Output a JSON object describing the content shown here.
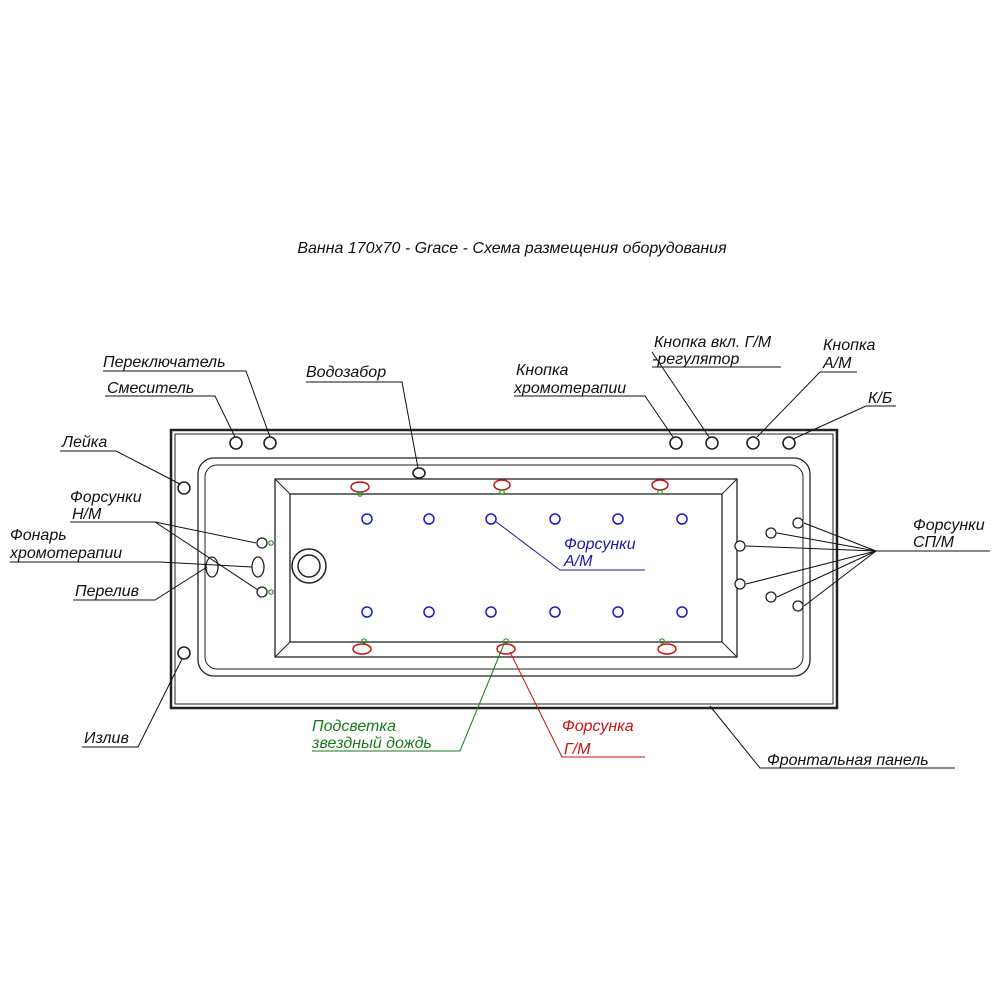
{
  "title": "Ванна 170х70 - Grace - Схема размещения оборудования",
  "labels": {
    "switch": "Переключатель",
    "mixer": "Смеситель",
    "water_intake": "Водозабор",
    "chromo_button_l1": "Кнопка",
    "chromo_button_l2": "хромотерапии",
    "hm_button_l1": "Кнопка вкл. Г/М",
    "hm_button_l2": "-регулятор",
    "am_button_l1": "Кнопка",
    "am_button_l2": "А/М",
    "kb": "К/Б",
    "shower": "Лейка",
    "nm_jets_l1": "Форсунки",
    "nm_jets_l2": "Н/М",
    "chromo_light_l1": "Фонарь",
    "chromo_light_l2": "хромотерапии",
    "overflow": "Перелив",
    "spout": "Излив",
    "spm_jets_l1": "Форсунки",
    "spm_jets_l2": "СП/М",
    "am_jets_l1": "Форсунки",
    "am_jets_l2": "А/М",
    "starlight_l1": "Подсветка",
    "starlight_l2": "звездный дождь",
    "hm_jet_l1": "Форсунка",
    "hm_jet_l2": "Г/М",
    "front_panel": "Фронтальная панель"
  },
  "colors": {
    "outline": "#222222",
    "air_jets": "#1a1acc",
    "hydro_jets": "#cc1111",
    "starlight": "#1a9a1a"
  }
}
